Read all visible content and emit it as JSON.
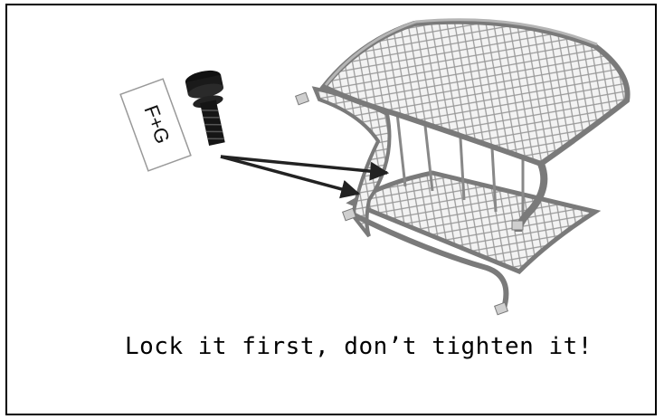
{
  "part_label": "F+G",
  "instruction": "Lock it first, don’t tighten it!",
  "icons": {
    "screw": "screw-icon",
    "arrows": "pointer-arrows",
    "furniture": "wicker-ottoman-frame"
  },
  "colors": {
    "border": "#000000",
    "wicker": "#8a8a8a",
    "screw": "#111111",
    "label_border": "#999999"
  }
}
